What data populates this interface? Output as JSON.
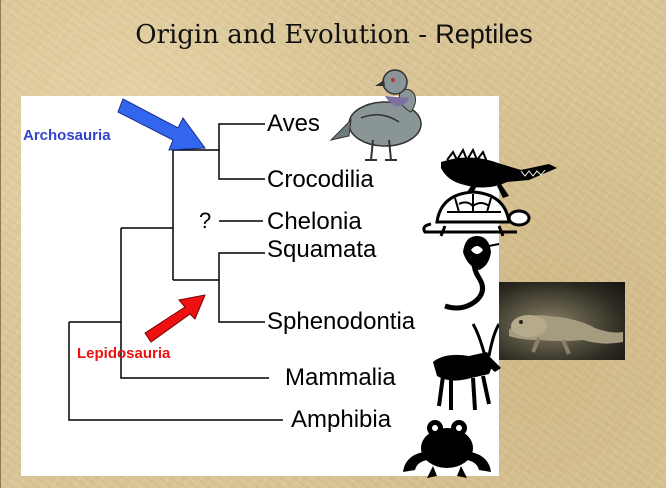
{
  "slide": {
    "title_part1": "Origin and Evolution - ",
    "title_part2": "Reptiles"
  },
  "taxa": {
    "aves": "Aves",
    "crocodilia": "Crocodilia",
    "chelonia": "Chelonia",
    "squamata": "Squamata",
    "sphenodontia": "Sphenodontia",
    "mammalia": "Mammalia",
    "amphibia": "Amphibia"
  },
  "uncertain_marker": "?",
  "clades": {
    "archosauria": "Archosauria",
    "lepidosauria": "Lepidosauria"
  },
  "colors": {
    "archosauria": "#3344cc",
    "lepidosauria": "#ee1111",
    "arrow_blue": "#3366ee",
    "arrow_red": "#ee1111"
  },
  "icons": [
    "pigeon-icon",
    "crocodile-icon",
    "turtle-icon",
    "cobra-icon",
    "tuatara-photo",
    "antelope-icon",
    "frog-icon"
  ]
}
